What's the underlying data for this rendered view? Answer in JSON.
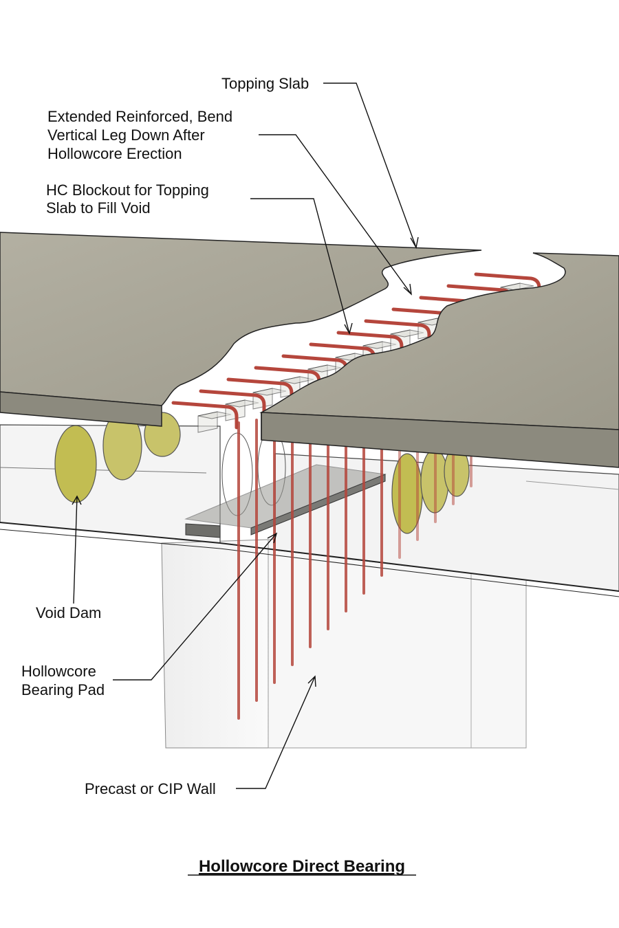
{
  "labels": {
    "topping_slab": "Topping Slab",
    "extended_reinf": [
      "Extended Reinforced, Bend",
      "Vertical Leg Down After",
      "Hollowcore Erection"
    ],
    "blockout": [
      "HC Blockout for Topping",
      "Slab to Fill Void"
    ],
    "void_dam": "Void Dam",
    "bearing_pad": [
      "Hollowcore",
      "Bearing Pad"
    ],
    "wall": "Precast or CIP Wall"
  },
  "title": "Hollowcore Direct Bearing",
  "colors": {
    "slab_top": "#a5a294",
    "slab_edge": "#8a887c",
    "rebar": "#b5463c",
    "void_dam": "#c2bd52",
    "pad": "#6e6e6a",
    "wall": "#f2f2f2"
  }
}
